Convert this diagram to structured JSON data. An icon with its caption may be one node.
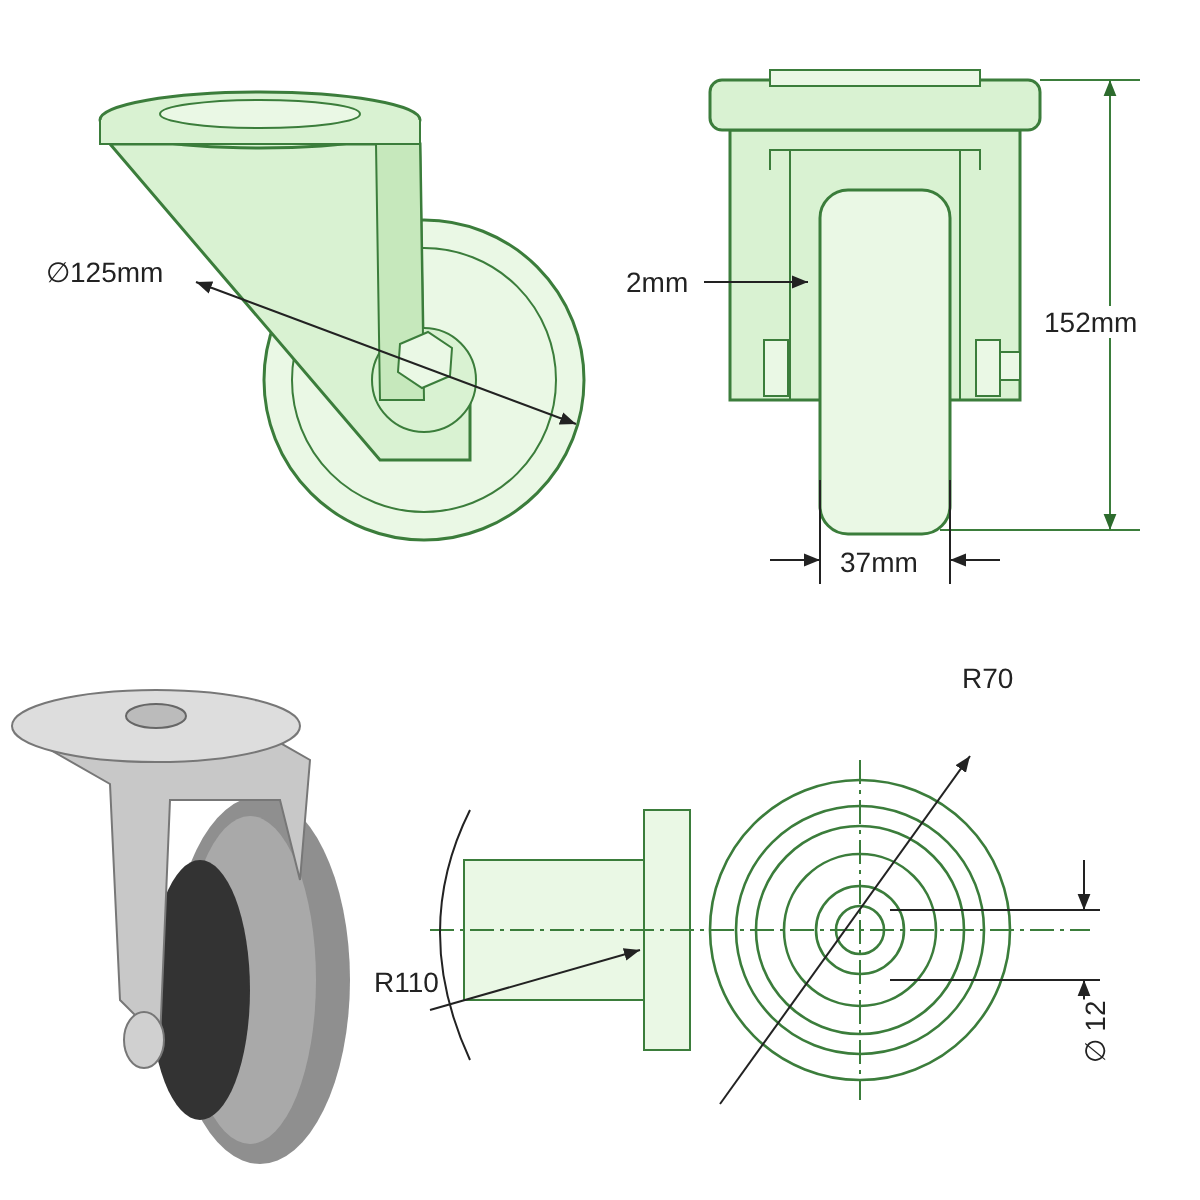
{
  "diagram": {
    "labels": [
      "∅125mm",
      "2mm",
      "152mm",
      "37mm",
      "R70",
      "R110",
      "∅ 12"
    ]
  }
}
